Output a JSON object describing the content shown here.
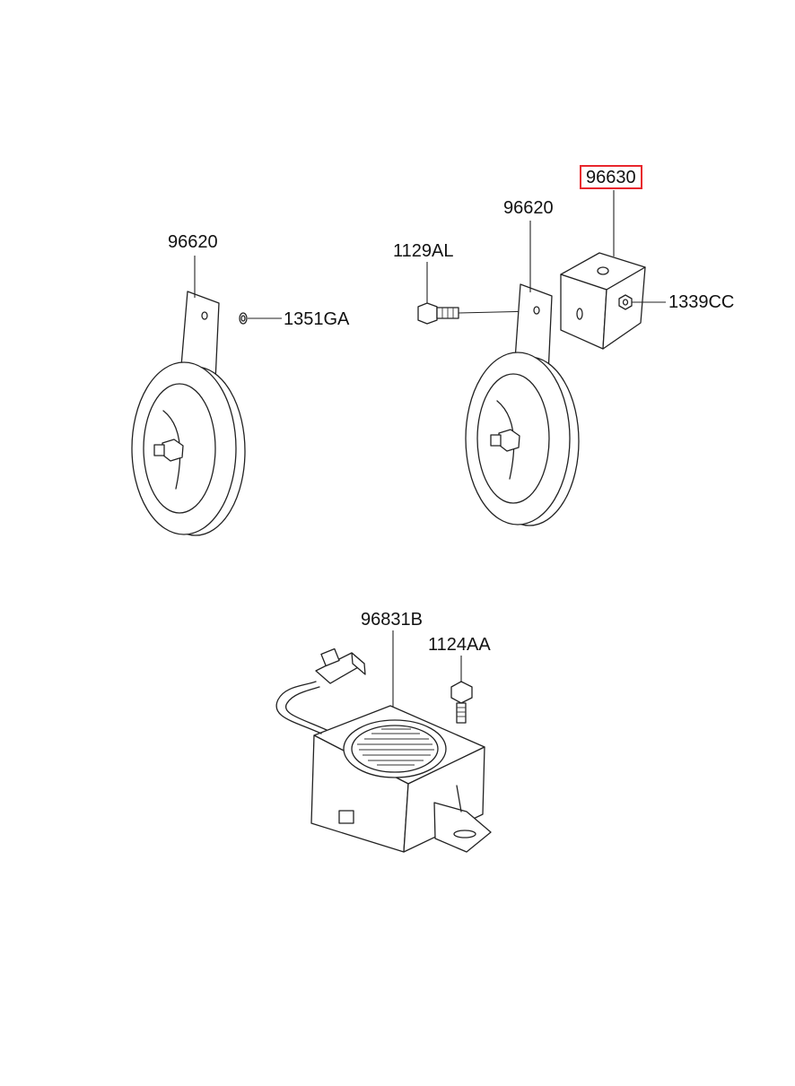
{
  "diagram": {
    "part_labels": [
      {
        "id": "horn-left",
        "code": "96620"
      },
      {
        "id": "washer-left",
        "code": "1351GA"
      },
      {
        "id": "bolt",
        "code": "1129AL"
      },
      {
        "id": "horn-right",
        "code": "96620"
      },
      {
        "id": "bracket",
        "code": "96630",
        "highlighted": true
      },
      {
        "id": "nut",
        "code": "1339CC"
      },
      {
        "id": "buzzer",
        "code": "96831B"
      },
      {
        "id": "buzzer-bolt",
        "code": "1124AA"
      }
    ],
    "highlight_color": "#e8262c"
  }
}
